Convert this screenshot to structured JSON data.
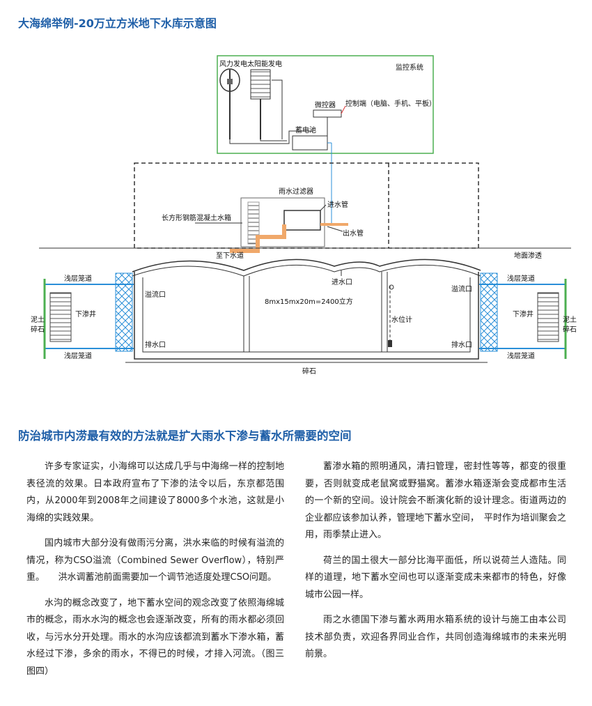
{
  "figure": {
    "title": "大海绵举例-20万立方米地下水库示意图",
    "labels": {
      "wind": "风力发电",
      "solar": "太阳能发电",
      "monitor": "监控系统",
      "mcu": "微控器",
      "control": "控制端（电脑、手机、平板）",
      "battery": "蓄电池",
      "filter": "雨水过滤器",
      "inlet_pipe": "进水管",
      "tank": "长方形钢筋混凝土水箱",
      "outlet_pipe": "出水管",
      "to_sewer": "至下水道",
      "ground": "地面渗透",
      "inlet": "进水口",
      "overflow_left": "溢流口",
      "overflow_right": "溢流口",
      "drain_left": "排水口",
      "drain_right": "排水口",
      "volume": "8mx15mx20m=2400立方",
      "level_meter": "水位计",
      "shallow_pipe_tl": "浅层笼道",
      "shallow_pipe_bl": "浅层笼道",
      "shallow_pipe_tr": "浅层笼道",
      "shallow_pipe_br": "浅层笼道",
      "seep_well_left": "下渗井",
      "seep_well_right": "下渗井",
      "mud_left_1": "泥土",
      "mud_left_2": "碎石",
      "mud_right_1": "泥土",
      "mud_right_2": "碎石",
      "gravel": "碎石"
    }
  },
  "section_heading": "防治城市内涝最有效的方法就是扩大雨水下渗与蓄水所需要的空间",
  "left_paragraphs": [
    "许多专家证实，小海绵可以达成几乎与中海绵一样的控制地表径流的效果。日本政府宣布了下渗的法令以后，东京都范围内，从2000年到2008年之间建设了8000多个水池，这就是小海绵的实践效果。",
    "国内城市大部分没有做雨污分离，洪水来临的时候有溢流的情况，称为CSO溢流（Combined Sewer Overflow），特别严重。　　洪水调蓄池前面需要加一个调节池适度处理CSO问题。",
    "水沟的概念改变了，地下蓄水空间的观念改变了依照海绵城市的概念，雨水水沟的概念也会逐渐改变，所有的雨水都必须回收，与污水分开处理。雨水的水沟应该都流到蓄水下渗水箱，蓄水经过下渗，多余的雨水，不得已的时候，才排入河流。（图三图四）"
  ],
  "right_paragraphs": [
    "蓄渗水箱的照明通风，清扫管理，密封性等等，都变的很重要，否则就变成老鼠窝或野猫窝。蓄渗水箱逐渐会变成都市生活的一个新的空间。设计院会不断演化新的设计理念。街道两边的企业都应该参加认养，管理地下蓄水空间，　平时作为培训聚会之用，雨季禁止进入。",
    "荷兰的国土很大一部分比海平面低，所以说荷兰人造陆。同样的道理，地下蓄水空间也可以逐渐变成未来都市的特色，好像城市公园一样。",
    "雨之水德国下渗与蓄水两用水箱系统的设计与施工由本公司技术部负责，欢迎各界同业合作，共同创造海绵城市的未来光明前景。"
  ],
  "colors": {
    "heading": "#1f5fa8",
    "frame_green": "#4caf50",
    "pipe_orange": "#f0a86a",
    "lattice_blue": "#2a8fd8",
    "line_blue": "#3a7fd5"
  }
}
